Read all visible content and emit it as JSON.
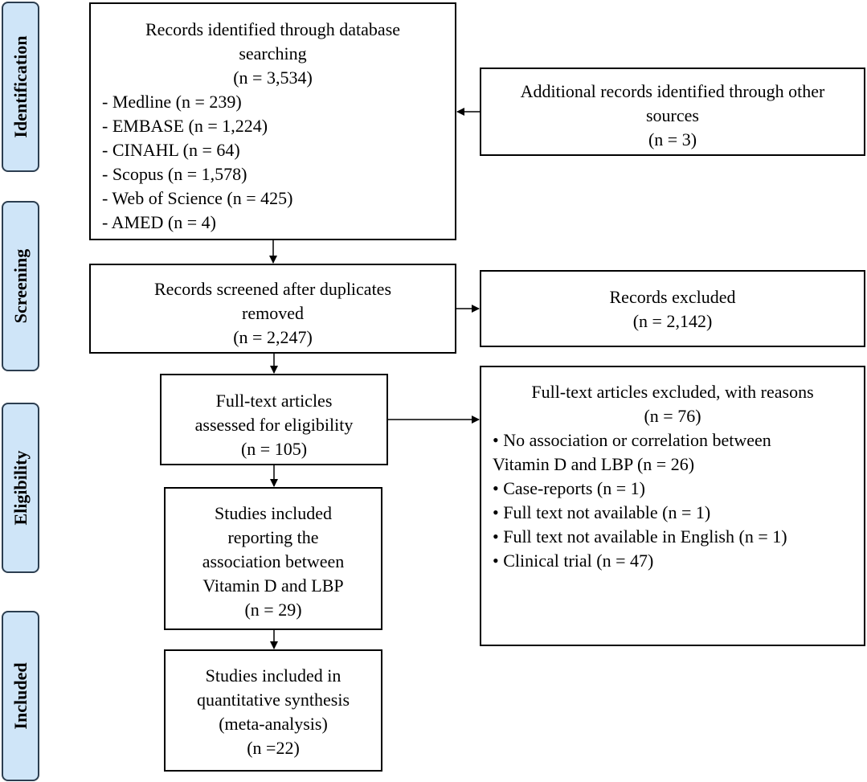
{
  "stages": {
    "identification": "Identification",
    "screening": "Screening",
    "eligibility": "Eligibility",
    "included": "Included"
  },
  "identified": {
    "title_line1": "Records identified through database",
    "title_line2": "searching",
    "count": "(n = 3,534)",
    "sources": [
      "- Medline (n = 239)",
      "- EMBASE (n = 1,224)",
      "- CINAHL (n = 64)",
      "- Scopus (n = 1,578)",
      "- Web of Science (n = 425)",
      "- AMED (n = 4)"
    ]
  },
  "additional": {
    "title_line1": "Additional records identified through other",
    "title_line2": "sources",
    "count": "(n = 3)"
  },
  "screened": {
    "title_line1": "Records screened after duplicates",
    "title_line2": "removed",
    "count": "(n = 2,247)"
  },
  "excluded": {
    "title": "Records excluded",
    "count": "(n = 2,142)"
  },
  "fulltext": {
    "title_line1": "Full-text articles",
    "title_line2": "assessed for eligibility",
    "count": "(n = 105)"
  },
  "fulltext_excluded": {
    "title": "Full-text articles excluded, with reasons",
    "count": "(n = 76)",
    "reasons": [
      "• No association or correlation between",
      "Vitamin D and LBP (n = 26)",
      "• Case-reports (n = 1)",
      "• Full text not available  (n = 1)",
      "• Full text not available  in English (n = 1)",
      "• Clinical  trial  (n = 47)"
    ]
  },
  "included_reporting": {
    "lines": [
      "Studies included",
      "reporting the",
      "association between",
      "Vitamin D and LBP"
    ],
    "count": "(n = 29)"
  },
  "included_quant": {
    "lines": [
      "Studies included in",
      "quantitative synthesis",
      "(meta-analysis)"
    ],
    "count": "(n =22)"
  }
}
